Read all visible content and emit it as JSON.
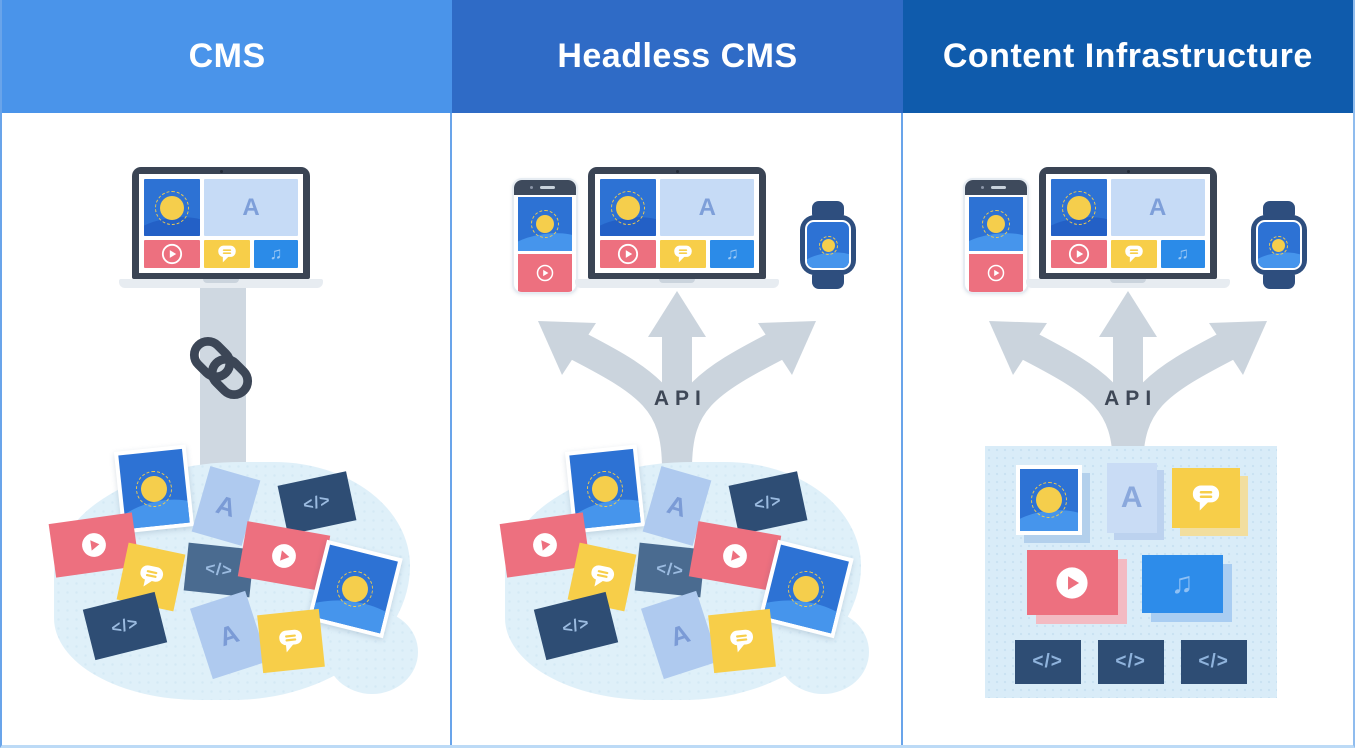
{
  "diagram": {
    "columns": [
      {
        "id": "cms",
        "title": "CMS"
      },
      {
        "id": "headless-cms",
        "title": "Headless CMS"
      },
      {
        "id": "content-infrastructure",
        "title": "Content Infrastructure"
      }
    ],
    "api_label": "API",
    "glyphs": {
      "letter_a": "A",
      "code": "</>",
      "music_note": "♫"
    },
    "icons": {
      "sun-icon": "dashed-ring sun on image card",
      "play-icon": "play button in circle",
      "speech-bubble-icon": "chat bubble with two lines",
      "music-note-icon": "beamed music note",
      "chain-link-icon": "two interlocked chain links",
      "api-arrows-icon": "three-way branching arrows pointing up"
    },
    "colors": {
      "header_cms": "#4A94EA",
      "header_headless_cms": "#2F6BC6",
      "header_content_infrastructure": "#0F5BAC",
      "divider_blue": "#69A4EA",
      "card_red": "#ED707F",
      "card_yellow": "#F7CE49",
      "card_navy": "#2E4D74",
      "card_blue": "#2D72D4",
      "card_light_blue": "#AFCAEF",
      "arrow_gray": "#CBD4DD",
      "blob_background": "#DFF0F9",
      "panel_background": "#D9ECF8",
      "device_bezel": "#3A4454",
      "watch_navy": "#2E4E7E",
      "sun_yellow": "#F5CE4C"
    }
  }
}
